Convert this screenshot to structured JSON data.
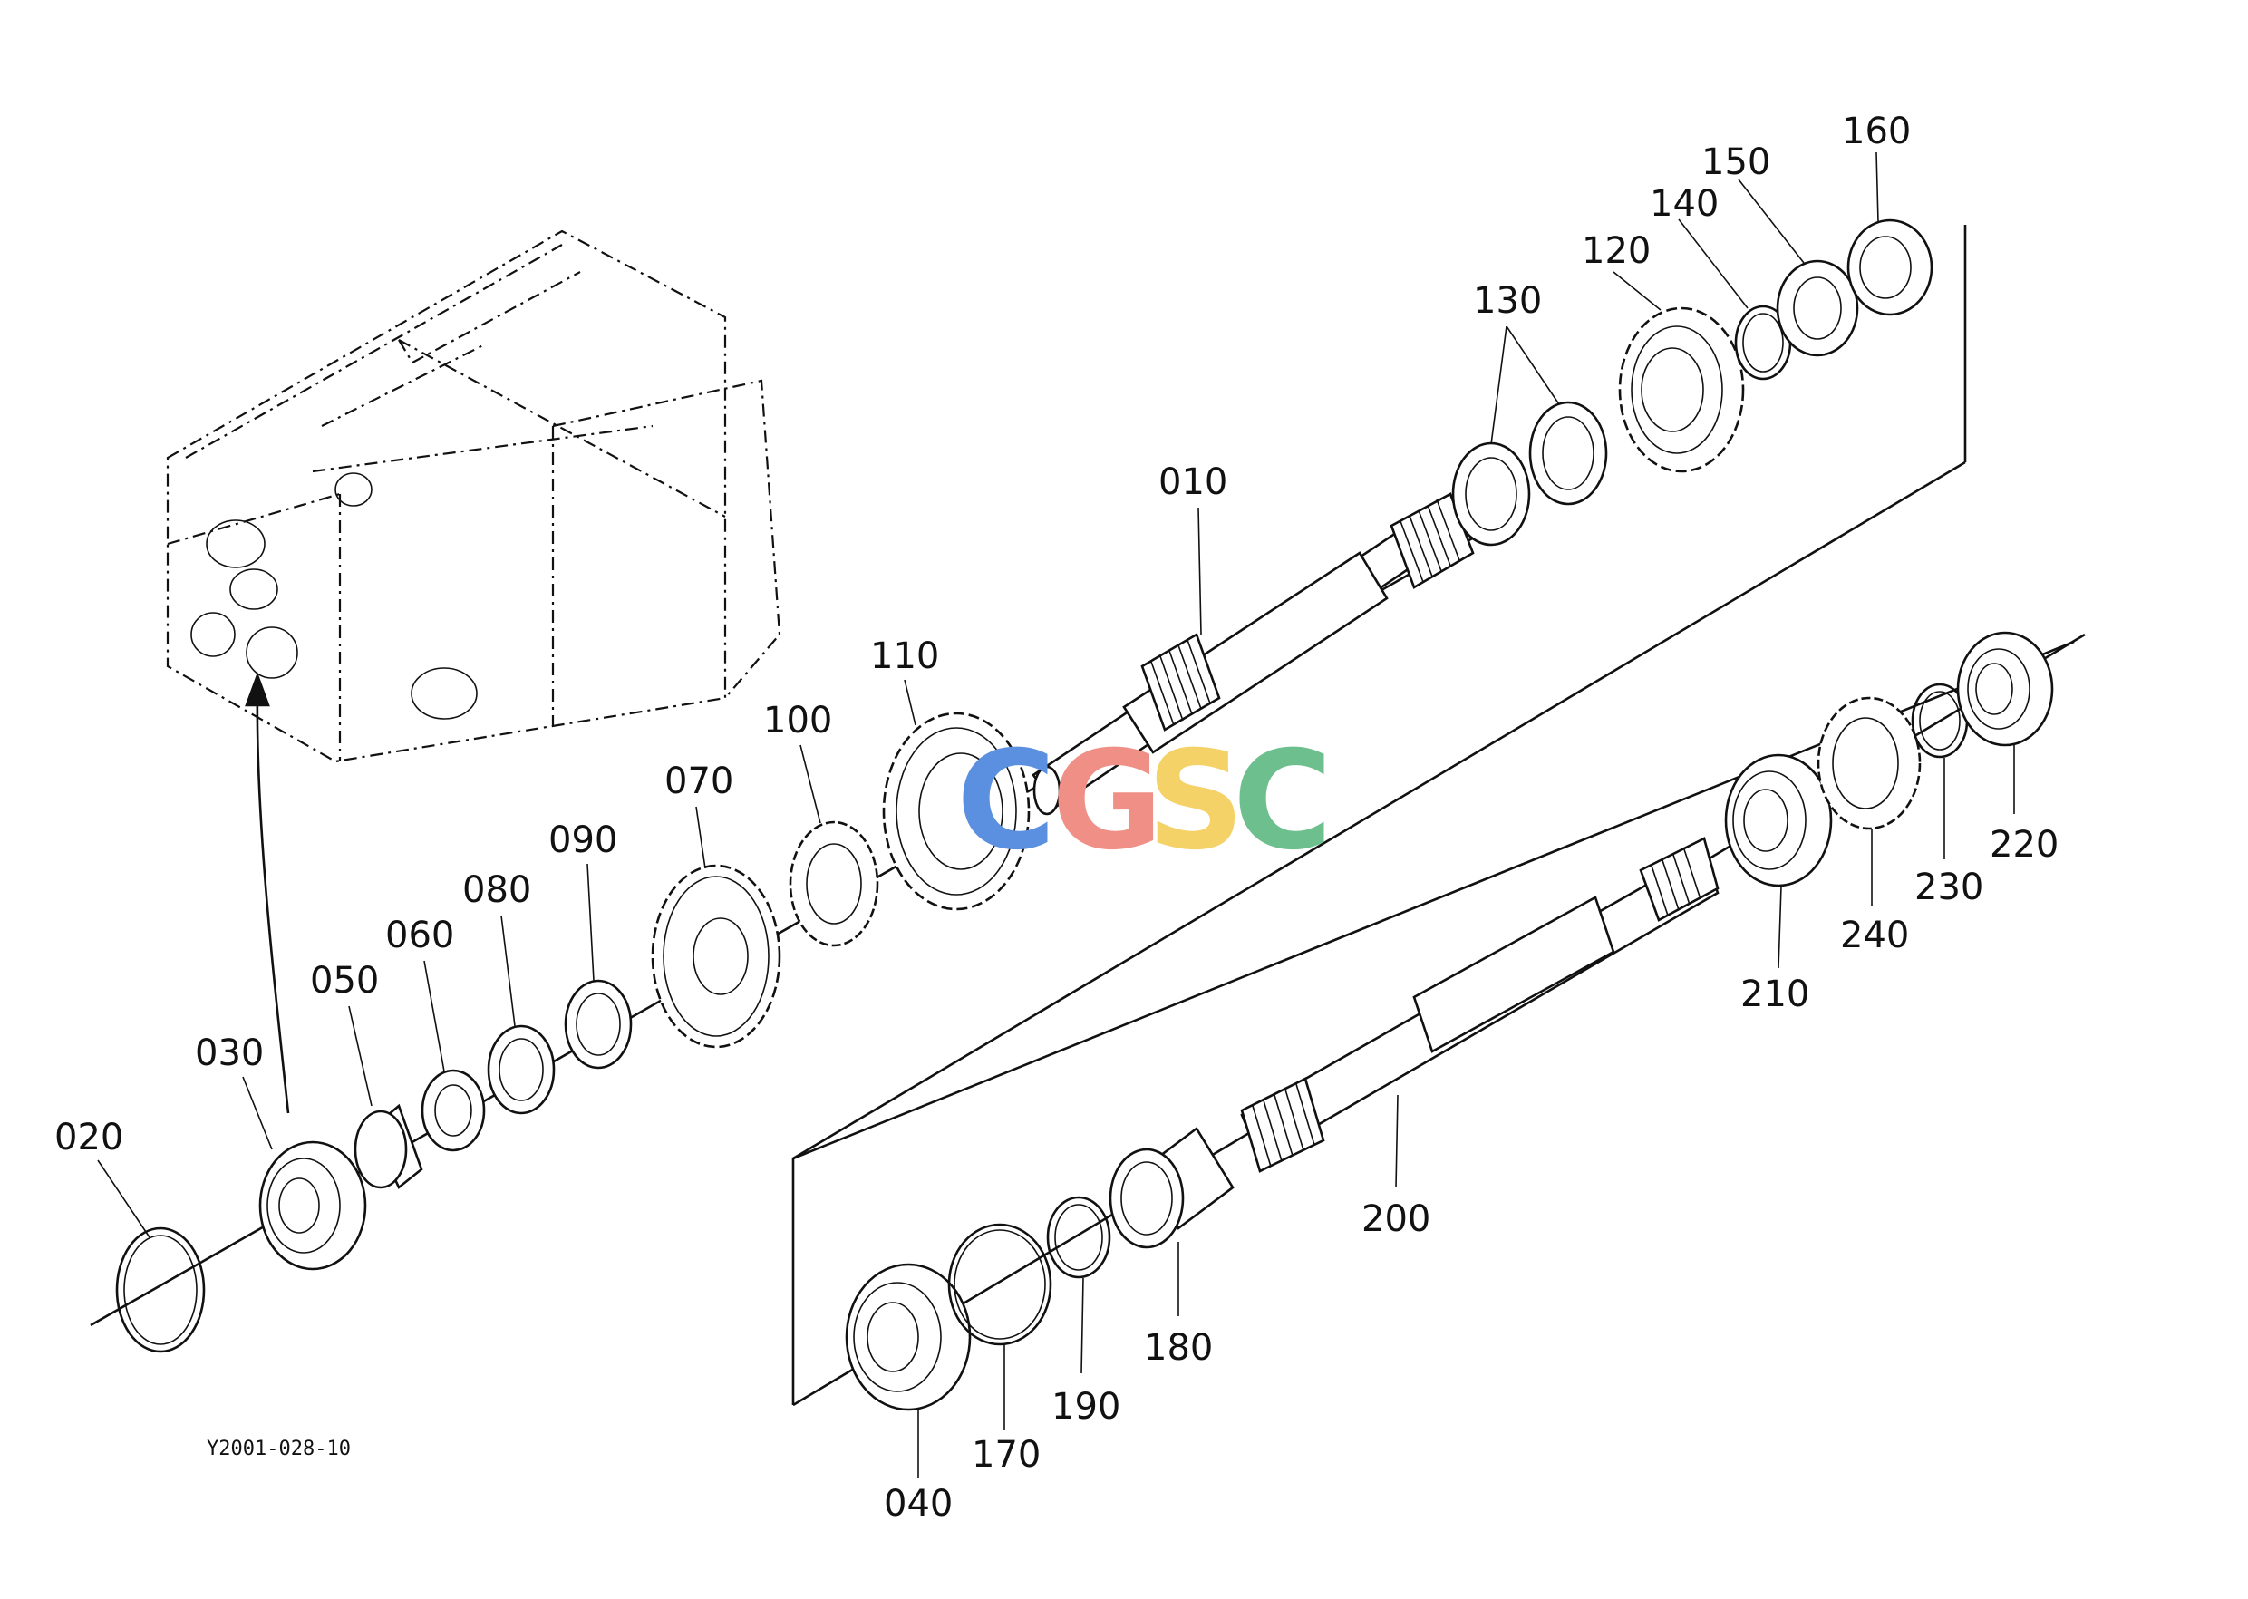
{
  "diagram": {
    "reference_code": "Y2001-028-10",
    "watermark": {
      "letters": [
        {
          "char": "C",
          "color": "#5b8fe0"
        },
        {
          "char": "G",
          "color": "#ef8f86"
        },
        {
          "char": "S",
          "color": "#f5d268"
        },
        {
          "char": "C",
          "color": "#6dbf8e"
        }
      ]
    },
    "callouts": [
      {
        "id": "010",
        "label": "010"
      },
      {
        "id": "020",
        "label": "020"
      },
      {
        "id": "030",
        "label": "030"
      },
      {
        "id": "040",
        "label": "040"
      },
      {
        "id": "050",
        "label": "050"
      },
      {
        "id": "060",
        "label": "060"
      },
      {
        "id": "070",
        "label": "070"
      },
      {
        "id": "080",
        "label": "080"
      },
      {
        "id": "090",
        "label": "090"
      },
      {
        "id": "100",
        "label": "100"
      },
      {
        "id": "110",
        "label": "110"
      },
      {
        "id": "120",
        "label": "120"
      },
      {
        "id": "130",
        "label": "130"
      },
      {
        "id": "140",
        "label": "140"
      },
      {
        "id": "150",
        "label": "150"
      },
      {
        "id": "160",
        "label": "160"
      },
      {
        "id": "170",
        "label": "170"
      },
      {
        "id": "180",
        "label": "180"
      },
      {
        "id": "190",
        "label": "190"
      },
      {
        "id": "200",
        "label": "200"
      },
      {
        "id": "210",
        "label": "210"
      },
      {
        "id": "220",
        "label": "220"
      },
      {
        "id": "230",
        "label": "230"
      },
      {
        "id": "240",
        "label": "240"
      }
    ]
  }
}
